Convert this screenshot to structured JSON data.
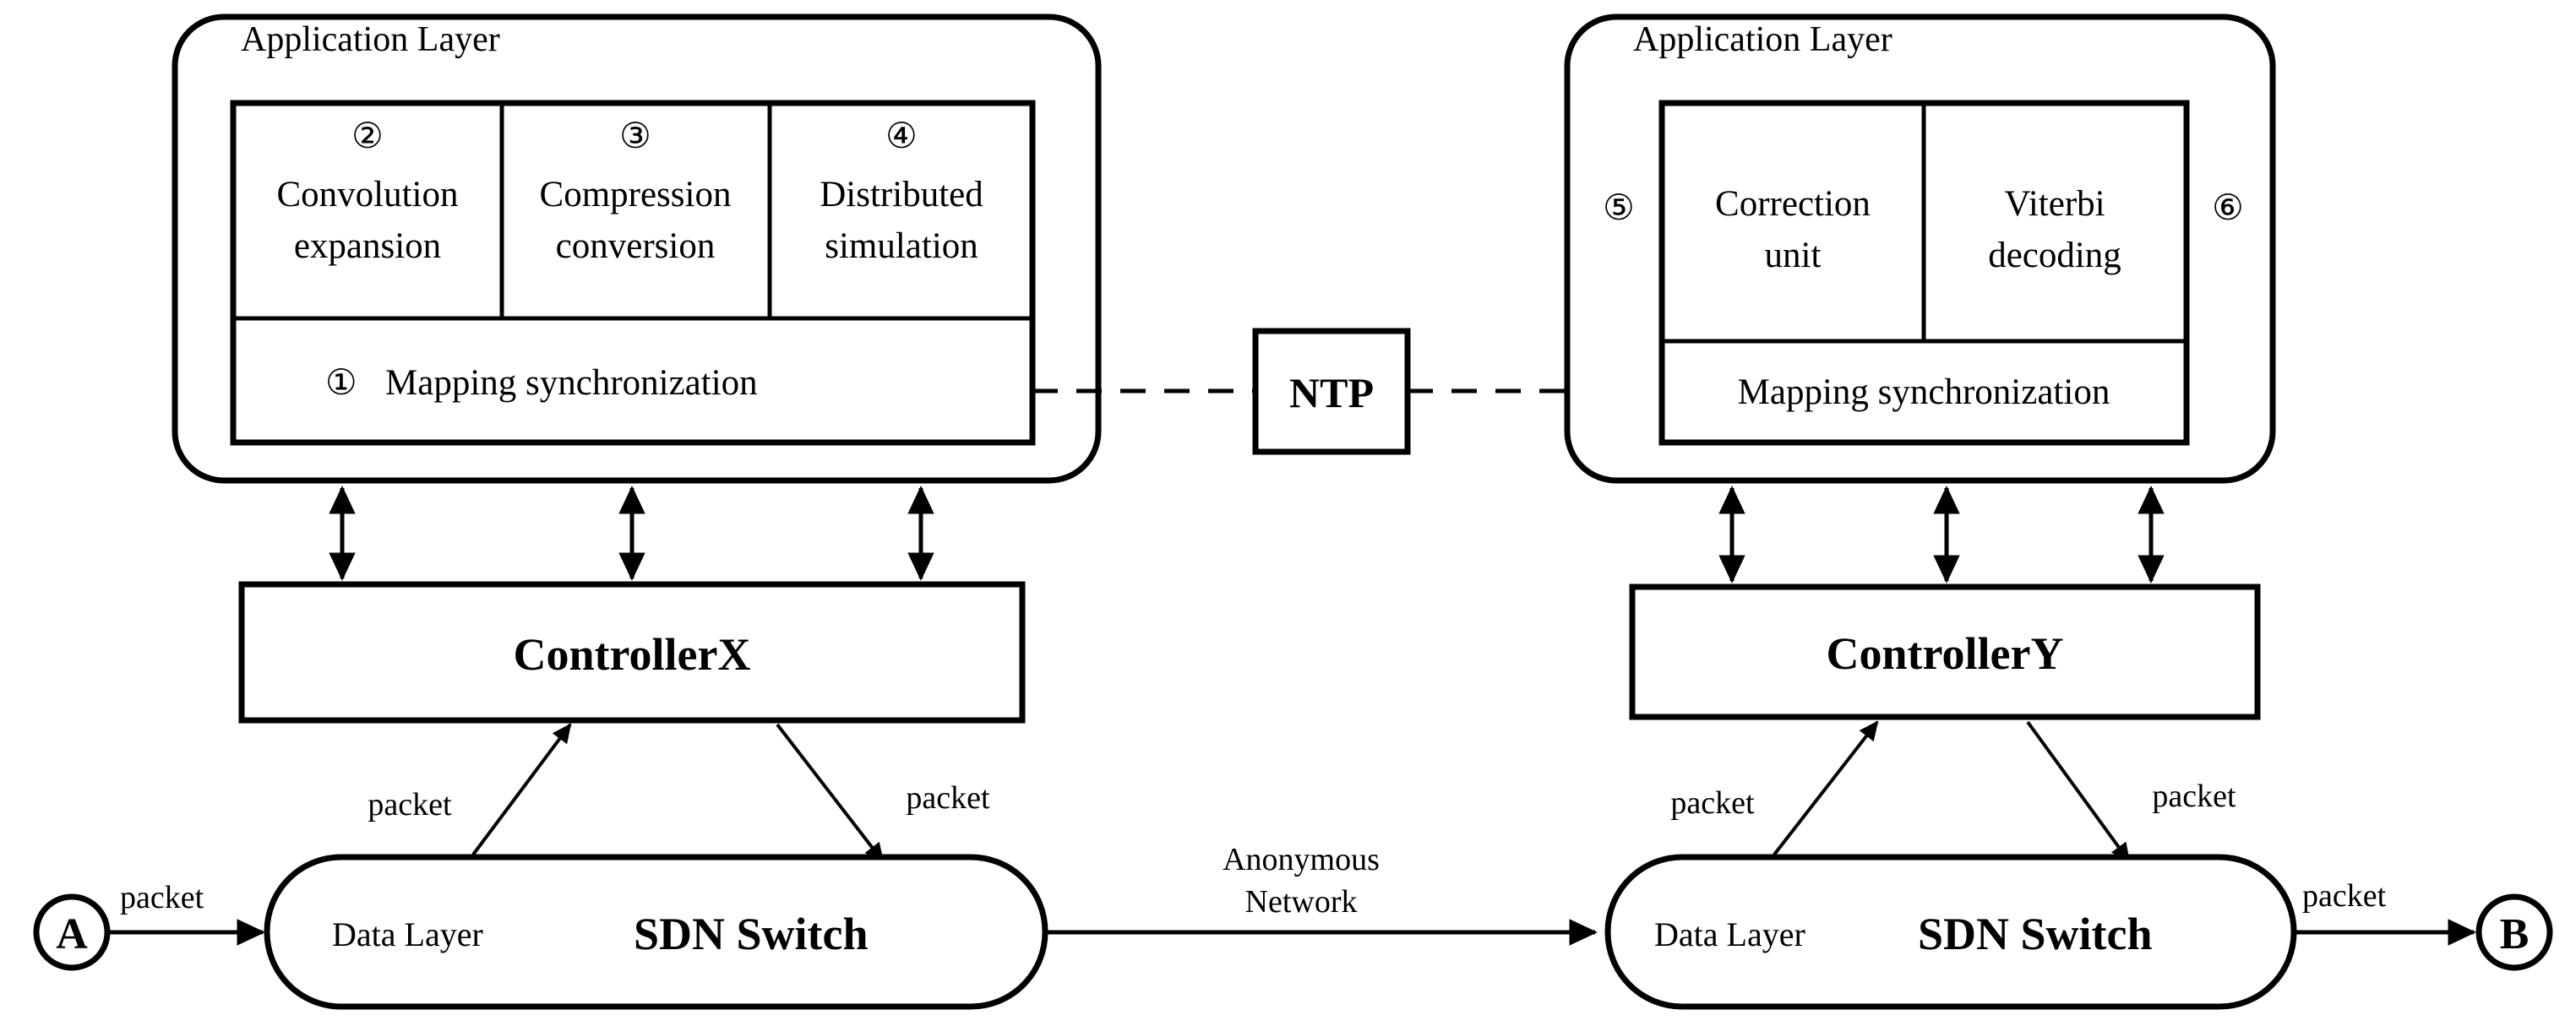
{
  "diagram": {
    "left_panel": {
      "title": "Application Layer",
      "modules": [
        {
          "marker": "②",
          "line1": "Convolution",
          "line2": "expansion"
        },
        {
          "marker": "③",
          "line1": "Compression",
          "line2": "conversion"
        },
        {
          "marker": "④",
          "line1": "Distributed",
          "line2": "simulation"
        }
      ],
      "sync_marker": "①",
      "sync_label": "Mapping synchronization"
    },
    "right_panel": {
      "title": "Application Layer",
      "left_marker": "⑤",
      "right_marker": "⑥",
      "modules": [
        {
          "line1": "Correction",
          "line2": "unit"
        },
        {
          "line1": "Viterbi",
          "line2": "decoding"
        }
      ],
      "sync_label": "Mapping synchronization"
    },
    "ntp": {
      "label": "NTP"
    },
    "controllers": {
      "left": "ControllerX",
      "right": "ControllerY"
    },
    "switches": {
      "left": {
        "data_layer": "Data Layer",
        "name": "SDN Switch"
      },
      "right": {
        "data_layer": "Data Layer",
        "name": "SDN Switch"
      }
    },
    "endpoints": {
      "source": "A",
      "destination": "B"
    },
    "edge_labels": {
      "a_to_switch": "packet",
      "left_switch_up": "packet",
      "left_controller_down": "packet",
      "anonymous_network_line1": "Anonymous",
      "anonymous_network_line2": "Network",
      "right_switch_up": "packet",
      "right_controller_down": "packet",
      "switch_to_b": "packet"
    },
    "colors": {
      "stroke": "#000000",
      "fill": "#ffffff",
      "background": "#ffffff"
    }
  }
}
